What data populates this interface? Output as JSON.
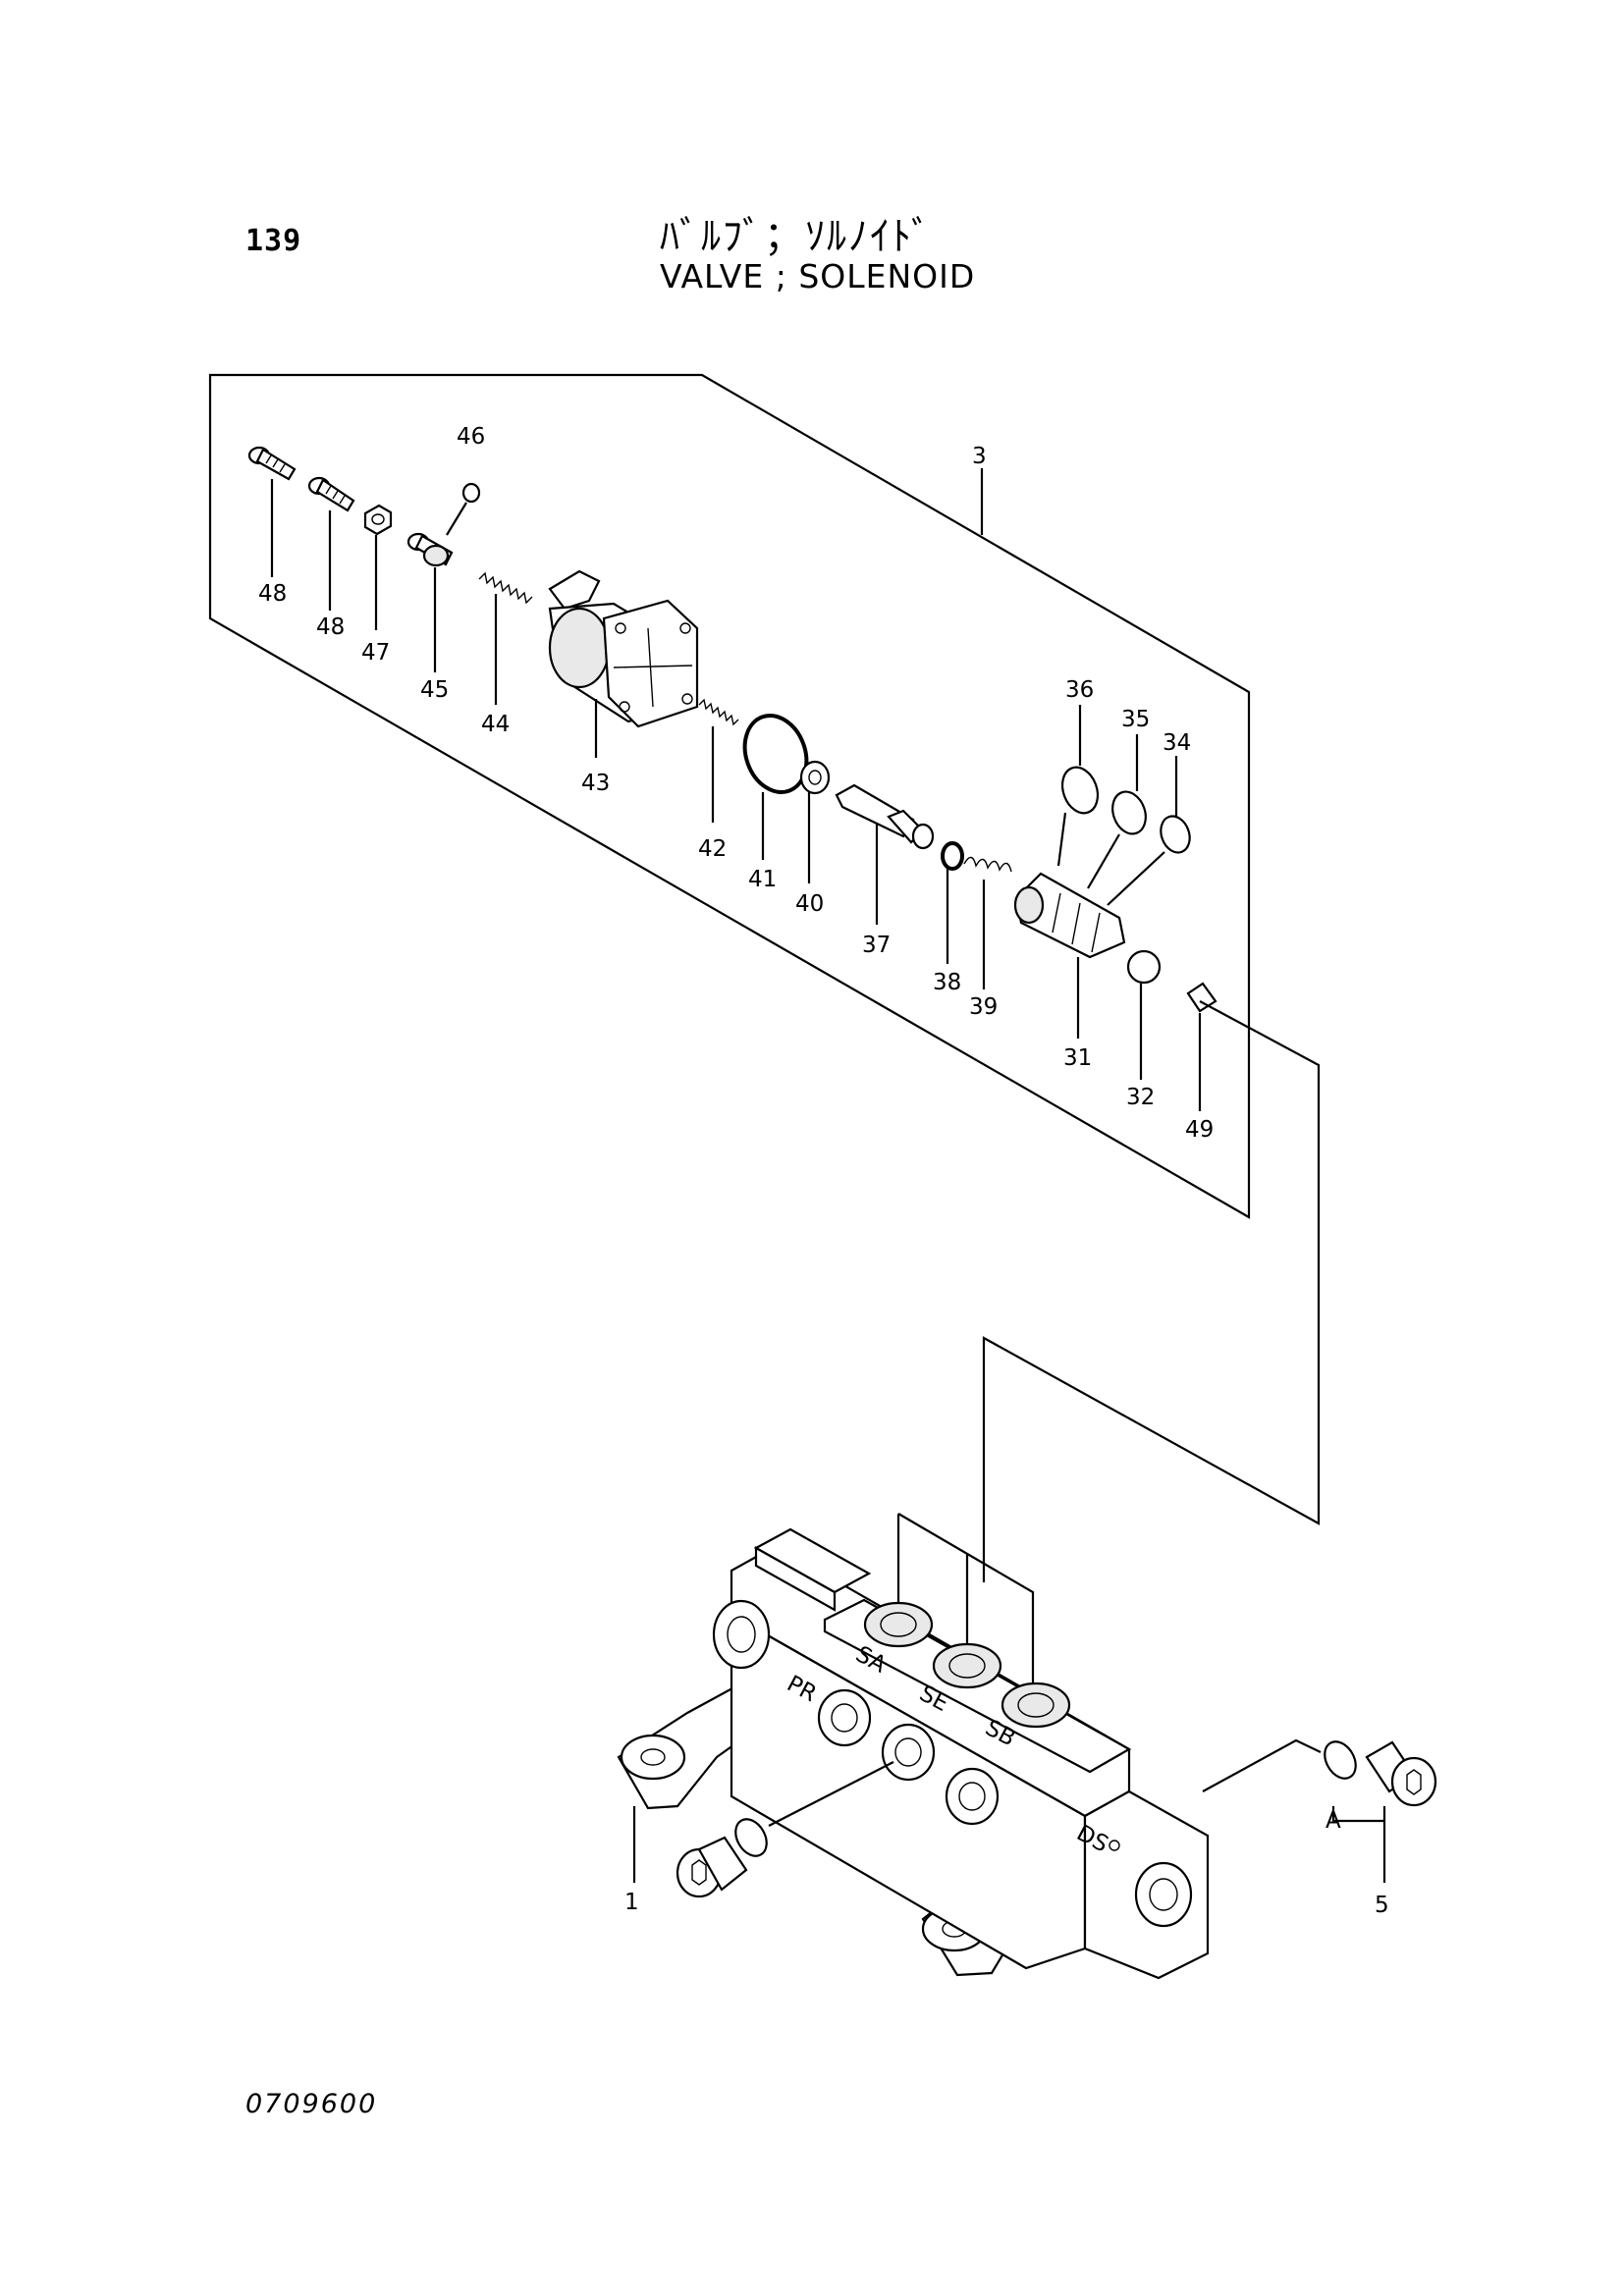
{
  "header": {
    "page_number": "139",
    "title_jp": "ﾊﾞﾙﾌﾞ；ｿﾙﾉｲﾄﾞ",
    "title_en": "VALVE ; SOLENOID"
  },
  "footer": {
    "drawing_code": "0709600"
  },
  "callouts": {
    "c1": "1",
    "c3": "3",
    "c5": "5",
    "cA": "A",
    "c31": "31",
    "c32": "32",
    "c34": "34",
    "c35": "35",
    "c36": "36",
    "c37": "37",
    "c38": "38",
    "c39": "39",
    "c40": "40",
    "c41": "41",
    "c42": "42",
    "c43": "43",
    "c44": "44",
    "c45": "45",
    "c46": "46",
    "c47": "47",
    "c48a": "48",
    "c48b": "48",
    "c49": "49"
  },
  "port_labels": {
    "pr": "PR",
    "sa": "SA",
    "se": "SE",
    "sb": "SB",
    "ds": "DS"
  }
}
